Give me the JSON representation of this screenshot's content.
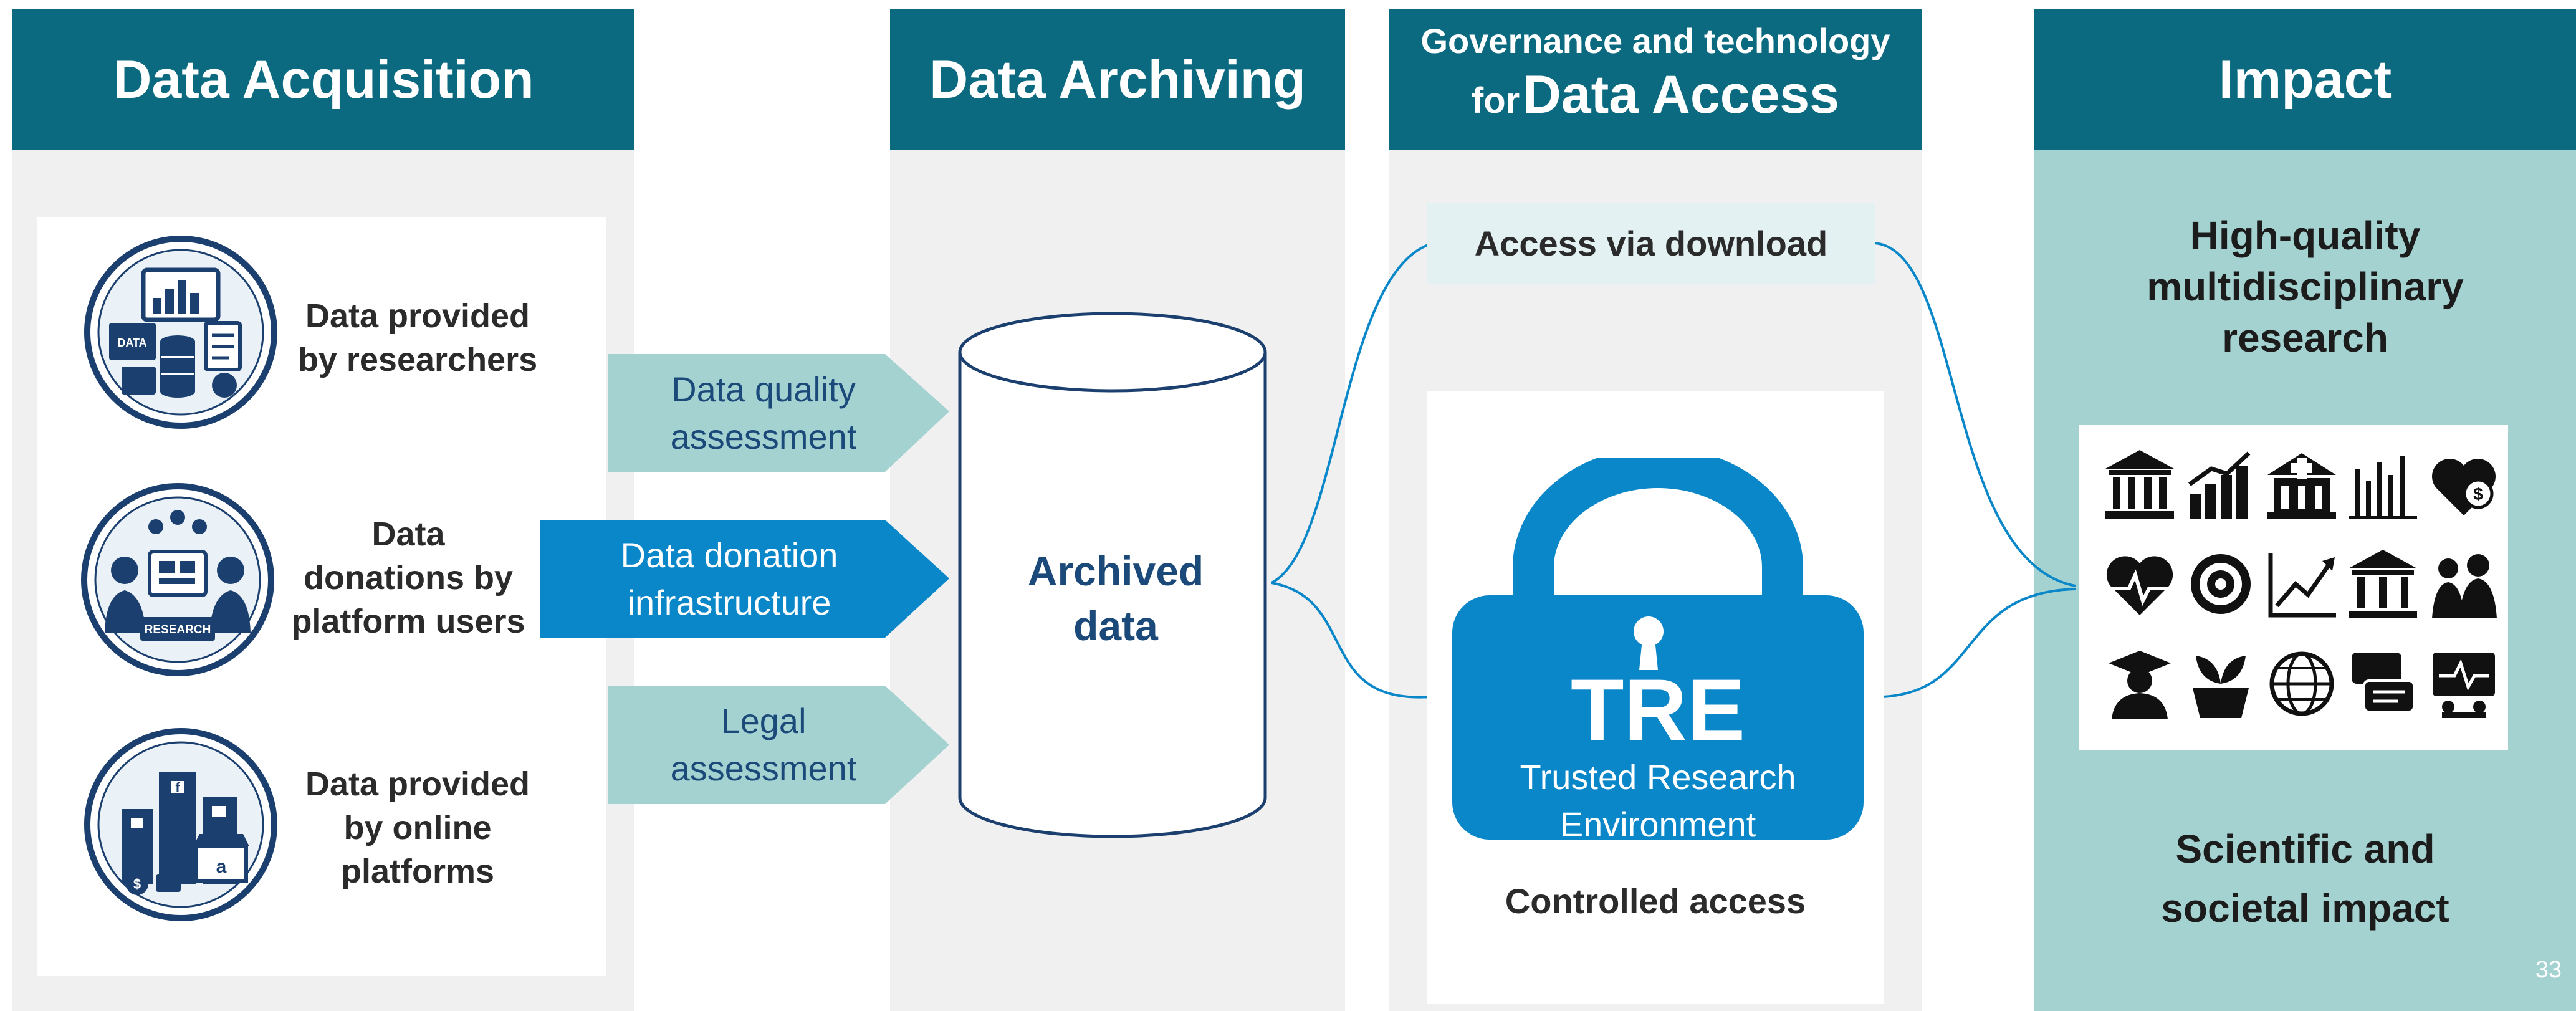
{
  "columns": {
    "acquisition": {
      "title": "Data Acquisition"
    },
    "archiving": {
      "title": "Data Archiving"
    },
    "access": {
      "title_top": "Governance and technology",
      "title_prefix": "for",
      "title_main": "Data Access"
    },
    "impact": {
      "title": "Impact"
    }
  },
  "sources": [
    {
      "label_lines": [
        "Data provided",
        "by researchers"
      ],
      "icon": "research-data-icon",
      "icon_text": "DATA"
    },
    {
      "label_lines": [
        "Data",
        "donations by",
        "platform users"
      ],
      "icon": "data-donation-icon",
      "icon_text": "RESEARCH"
    },
    {
      "label_lines": [
        "Data provided",
        "by online",
        "platforms"
      ],
      "icon": "online-platforms-icon"
    }
  ],
  "processes": [
    {
      "lines": [
        "Data quality",
        "assessment"
      ],
      "color": "#a4d2d1",
      "text_color": "#1b4a7a"
    },
    {
      "lines": [
        "Data donation",
        "infrastructure"
      ],
      "color": "#0a87c9",
      "text_color": "#ffffff"
    },
    {
      "lines": [
        "Legal",
        "assessment"
      ],
      "color": "#a4d2d1",
      "text_color": "#1b4a7a"
    }
  ],
  "archive": {
    "lines": [
      "Archived",
      "data"
    ]
  },
  "access": {
    "download": "Access via download",
    "tre_big": "TRE",
    "tre_lines": [
      "Trusted Research",
      "Environment"
    ],
    "controlled": "Controlled access"
  },
  "impact": {
    "top_lines": [
      "High-quality",
      "multidisciplinary",
      "research"
    ],
    "bottom_lines": [
      "Scientific and",
      "societal impact"
    ],
    "icons": [
      "institution-icon",
      "growth-chart-icon",
      "hospital-icon",
      "bar-chart-icon",
      "health-money-icon",
      "heart-rate-icon",
      "target-icon",
      "trend-chart-icon",
      "bank-icon",
      "people-icon",
      "graduate-icon",
      "plant-basket-icon",
      "globe-icon",
      "chat-icon",
      "monitor-pulse-icon"
    ]
  },
  "slide_number": "33",
  "colors": {
    "header": "#0b6a80",
    "dark_blue": "#1b4a7a",
    "lock_blue": "#0a87c9",
    "impact_bg": "#a4d2d1",
    "grey": "#f0f0f0"
  }
}
